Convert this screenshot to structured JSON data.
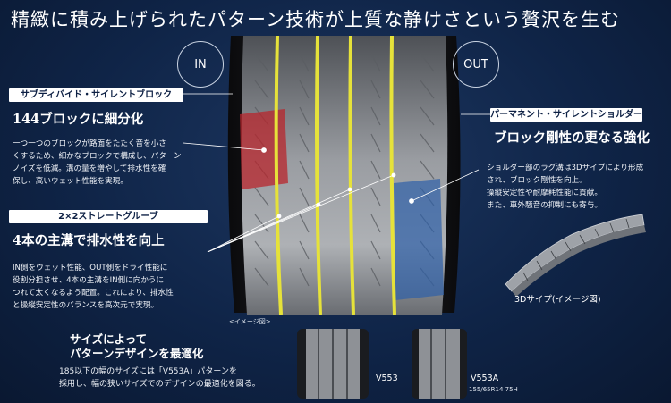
{
  "headline": "精緻に積み上げられたパターン技術が上質な静けさという贅沢を生む",
  "markers": {
    "in": "IN",
    "out": "OUT"
  },
  "left_top": {
    "pill": "サブディバイド・サイレントブロック",
    "title": "144ブロックに細分化",
    "body": "一つ一つのブロックが路面をたたく音を小さ\nくするため、細かなブロックで構成し、パターン\nノイズを低減。溝の量を増やして排水性を確\n保し、高いウェット性能を実現。"
  },
  "left_mid": {
    "pill": "2×2ストレートグルーブ",
    "title": "4本の主溝で排水性を向上",
    "body": "IN側をウェット性能、OUT側をドライ性能に\n役割分担させ、4本の主溝をIN側に向かうに\nつれて太くなるよう配置。これにより、排水性\nと操縦安定性のバランスを高次元で実現。"
  },
  "right": {
    "pill": "パーマネント・サイレントショルダー",
    "title": "ブロック剛性の更なる強化",
    "body": "ショルダー部のラグ溝は3Dサイプにより形成\nされ、ブロック剛性を向上。\n操縦安定性や耐摩耗性能に貢献。\nまた、車外騒音の抑制にも寄与。",
    "sipe_label": "3Dサイプ(イメージ図)"
  },
  "image_note": "<イメージ図>",
  "size": {
    "heading": "サイズによって\nパターンデザインを最適化",
    "body": "185以下の幅のサイズには「V553A」パターンを\n採用し、幅の狭いサイズでのデザインの最適化を図る。",
    "tire1": "V553",
    "tire2": "V553A",
    "tire2_size": "155/65R14 75H"
  },
  "colors": {
    "background": "#0f2447",
    "pill_bg": "#ffffff",
    "pill_text": "#0d2044",
    "groove_yellow": "#e6e23a",
    "red_zone": "#b8262c",
    "blue_zone": "#2d5fa8"
  }
}
